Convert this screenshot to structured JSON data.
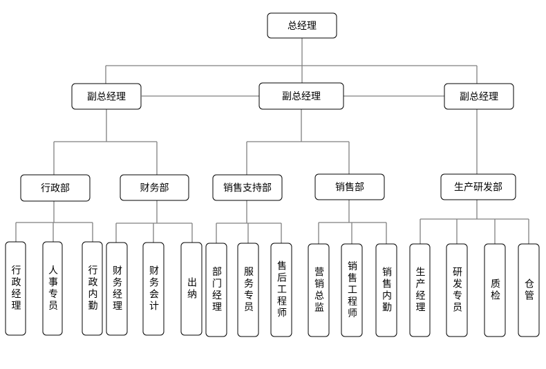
{
  "gm": "总经理",
  "deputies": [
    "副总经理",
    "副总经理",
    "副总经理"
  ],
  "departments": [
    {
      "name": "行政部",
      "roles": [
        "行政经理",
        "人事专员",
        "行政内勤"
      ]
    },
    {
      "name": "财务部",
      "roles": [
        "财务经理",
        "财务会计",
        "出纳"
      ]
    },
    {
      "name": "销售支持部",
      "roles": [
        "部门经理",
        "服务专员",
        "售后工程师"
      ]
    },
    {
      "name": "销售部",
      "roles": [
        "营销总监",
        "销售工程师",
        "销售内勤"
      ]
    },
    {
      "name": "生产研发部",
      "roles": [
        "生产经理",
        "研发专员",
        "质检",
        "仓管"
      ]
    }
  ]
}
